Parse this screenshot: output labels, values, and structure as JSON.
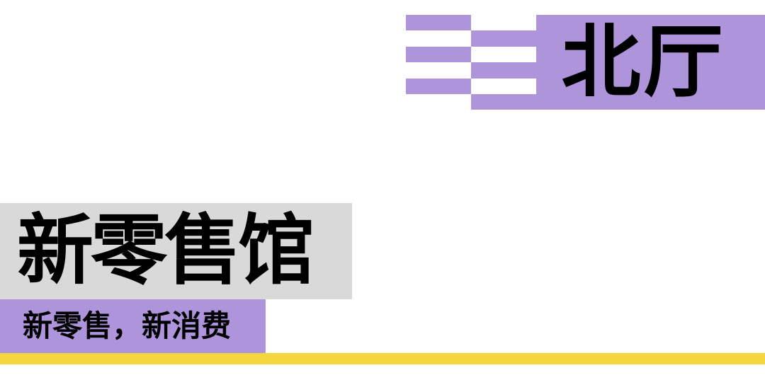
{
  "hall_label": "北厅",
  "title": "新零售馆",
  "subtitle": "新零售，新消费",
  "colors": {
    "purple": "#ae94db",
    "grey": "#d9d9d9",
    "yellow": "#f5d63d",
    "text": "#000000",
    "background": "#ffffff"
  },
  "decoration": {
    "stripe_logo": "checkered-stripe-icon"
  }
}
